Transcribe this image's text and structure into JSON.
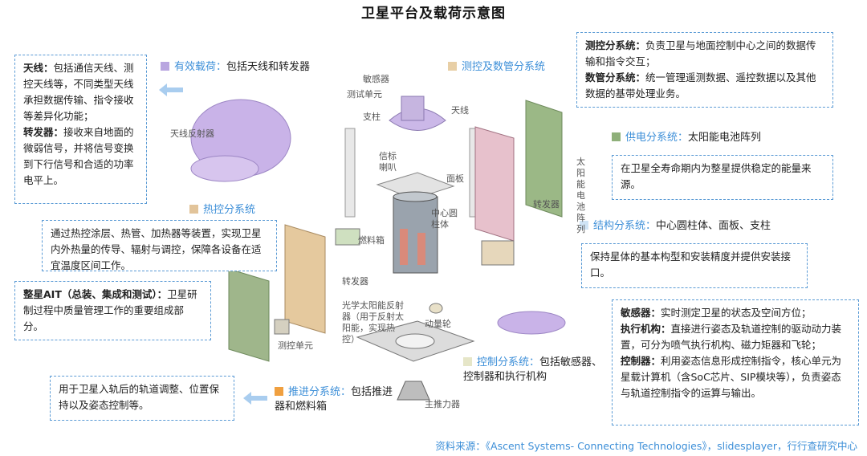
{
  "title": "卫星平台及载荷示意图",
  "boxes": {
    "antenna_head": "天线：",
    "antenna_text": "包括通信天线、测控天线等，不同类型天线承担数据传输、指令接收等差异化功能；",
    "transponder_head": "转发器：",
    "transponder_text": "接收来自地面的微弱信号，并将信号变换到下行信号和合适的功率电平上。",
    "thermal_text": "通过热控涂层、热管、加热器等装置，实现卫星内外热量的传导、辐射与调控，保障各设备在适宜温度区间工作。",
    "ait_head": "整星AIT（总装、集成和测试）：",
    "ait_text": "卫星研制过程中质量管理工作的重要组成部分。",
    "propulsion_text": "用于卫星入轨后的轨道调整、位置保持以及姿态控制等。",
    "ttc_head": "测控分系统：",
    "ttc_text": "负责卫星与地面控制中心之间的数据传输和指令交互；",
    "dm_head": "数管分系统：",
    "dm_text": "统一管理遥测数据、遥控数据以及其他数据的基带处理业务。",
    "power_text": "在卫星全寿命期内为整星提供稳定的能量来源。",
    "structure_text": "保持星体的基本构型和安装精度并提供安装接口。",
    "sensor_head": "敏感器：",
    "sensor_text": "实时测定卫星的状态及空间方位；",
    "actuator_head": "执行机构：",
    "actuator_text": "直接进行姿态及轨道控制的驱动动力装置，可分为喷气执行机构、磁力矩器和飞轮；",
    "controller_head": "控制器：",
    "controller_text": "利用姿态信息形成控制指令，核心单元为星载计算机（含SoC芯片、SIP模块等），负责姿态与轨道控制指令的运算与输出。"
  },
  "labels": {
    "payload_title": "有效载荷：",
    "payload_desc": "包括天线和转发器",
    "ttc_dm_title": "测控及数管分系统",
    "power_title": "供电分系统：",
    "power_desc": "太阳能电池阵列",
    "thermal_title": "热控分系统",
    "structure_title": "结构分系统：",
    "structure_desc": "中心圆柱体、面板、支柱",
    "control_title": "控制分系统：",
    "control_desc": "包括敏感器、控制器和执行机构",
    "propulsion_title": "推进分系统：",
    "propulsion_desc": "包括推进器和燃料箱"
  },
  "parts": {
    "sensor": "敏感器",
    "test_unit_top": "测试单元",
    "pillar": "支柱",
    "antenna": "天线",
    "antenna_reflector": "天线反射器",
    "beacon_horn": "信标喇叭",
    "panel": "面板",
    "solar_array": "太阳能电池阵列",
    "central_cylinder": "中心圆柱体",
    "transponder_right": "转发器",
    "fuel_tank": "燃料箱",
    "transponder_mid": "转发器",
    "optical_reflector": "光学太阳能反射器（用于反射太阳能，实现热控）",
    "momentum_wheel": "动量轮",
    "test_unit_bottom": "测控单元",
    "main_thruster": "主推力器"
  },
  "colors": {
    "payload": "#b9a6e0",
    "ttc": "#e8cfa6",
    "power": "#8fb07a",
    "thermal": "#e2c49a",
    "structure": "#cfe4f6",
    "control": "#e6e6c8",
    "propulsion": "#f0a040",
    "accent": "#3d8fd8",
    "dashed": "#5b9bd5"
  },
  "source": "资料来源：《Ascent Systems- Connecting Technologies》，slidesplayer，行行查研究中心"
}
